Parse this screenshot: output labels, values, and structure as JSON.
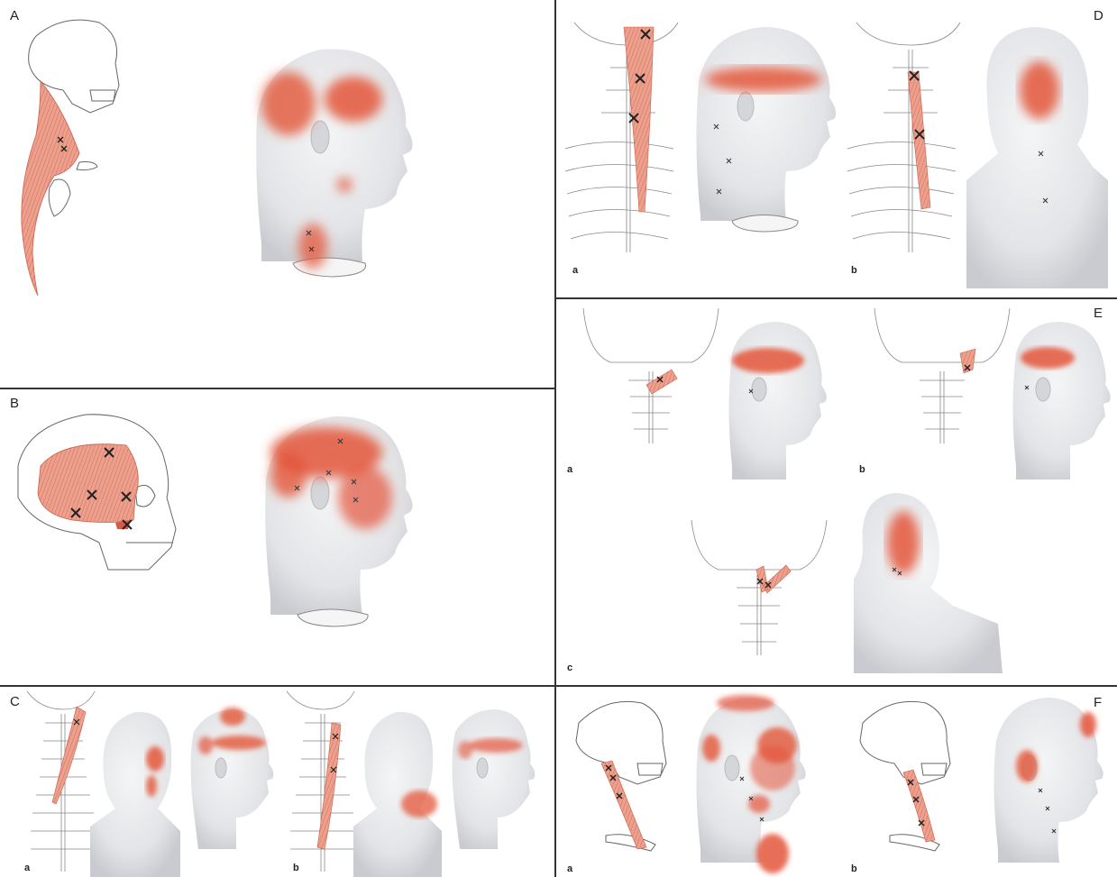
{
  "panels": {
    "A": {
      "label": "A"
    },
    "B": {
      "label": "B"
    },
    "C": {
      "label": "C",
      "sub": [
        "a",
        "b"
      ]
    },
    "D": {
      "label": "D",
      "sub": [
        "a",
        "b"
      ]
    },
    "E": {
      "label": "E",
      "sub": [
        "a",
        "b",
        "c"
      ]
    },
    "F": {
      "label": "F",
      "sub": [
        "a",
        "b"
      ]
    }
  },
  "colors": {
    "muscle": "#e8917e",
    "muscle_line": "#c75a45",
    "pain": "#e4553a",
    "skin": "#e9eaec",
    "outline": "#555555"
  }
}
